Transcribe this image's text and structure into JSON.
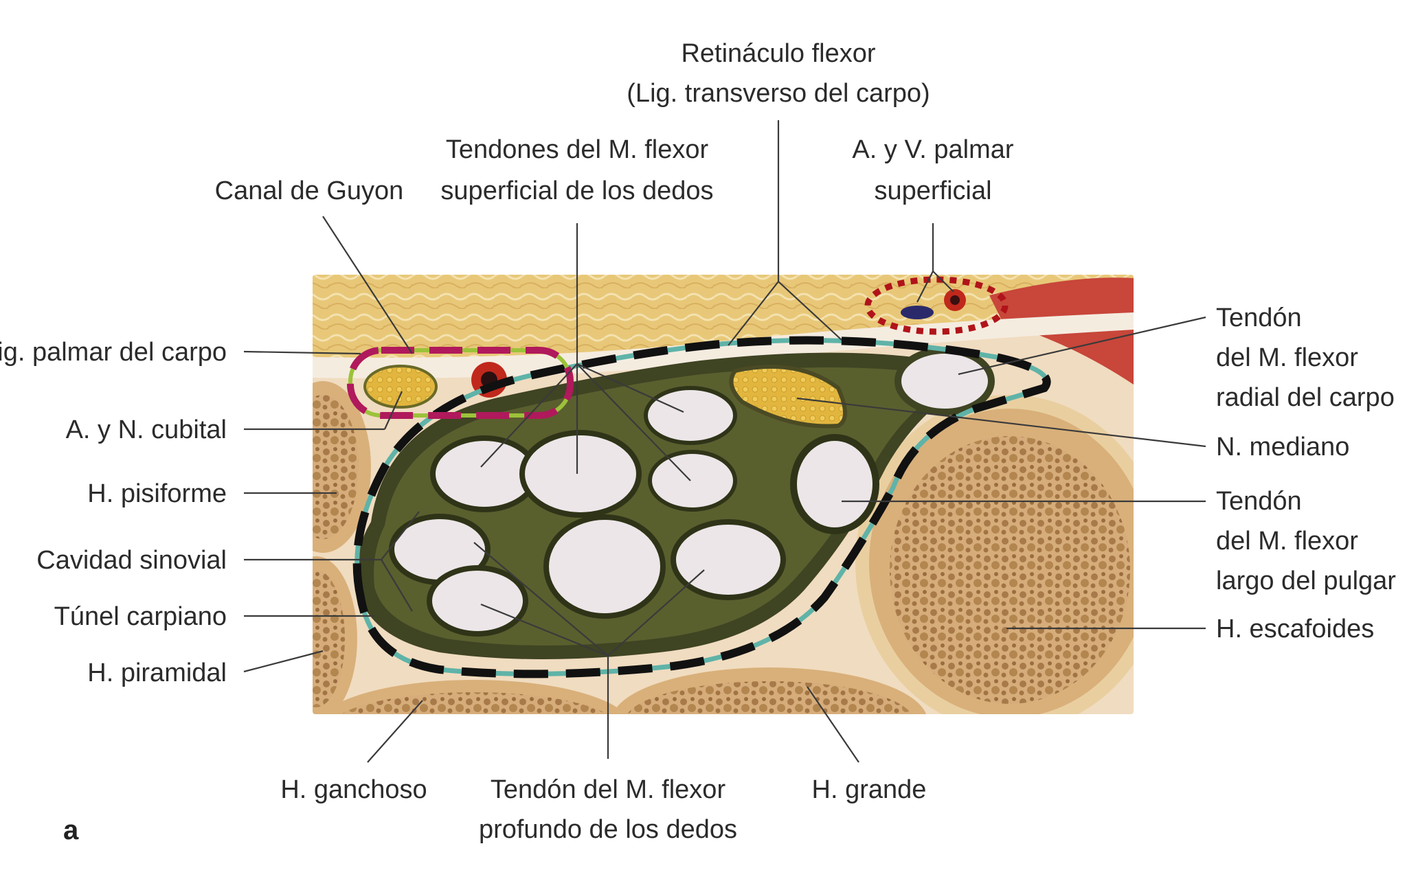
{
  "panel_letter": "a",
  "labels": {
    "retinaculo_1": "Retináculo flexor",
    "retinaculo_2": "(Lig. transverso del carpo)",
    "tendones_superficial_1": "Tendones del M. flexor",
    "tendones_superficial_2": "superficial de los dedos",
    "canal_guyon": "Canal de Guyon",
    "palmar_superficial_1": "A. y V. palmar",
    "palmar_superficial_2": "superficial",
    "lig_palmar_carpo": "Lig. palmar del carpo",
    "a_n_cubital": "A. y N. cubital",
    "h_pisiforme": "H. pisiforme",
    "cavidad_sinovial": "Cavidad sinovial",
    "tunel_carpiano": "Túnel carpiano",
    "h_piramidal": "H. piramidal",
    "flexor_radial_1": "Tendón",
    "flexor_radial_2": "del M. flexor",
    "flexor_radial_3": "radial del carpo",
    "n_mediano": "N. mediano",
    "flexor_pulgar_1": "Tendón",
    "flexor_pulgar_2": "del M. flexor",
    "flexor_pulgar_3": "largo del pulgar",
    "h_escafoides": "H. escafoides",
    "h_ganchoso": "H. ganchoso",
    "tendon_profundo_1": "Tendón del M. flexor",
    "tendon_profundo_2": "profundo de los dedos",
    "h_grande": "H. grande"
  },
  "colors": {
    "fat": "#e8c878",
    "skin": "#f2dcc0",
    "connective": "#e6cfa8",
    "bone_cortex": "#d9b07a",
    "bone_marrow": "#c79a64",
    "synovial_dark": "#3f4423",
    "tendon": "#ece6e8",
    "nerve": "#e0b43c",
    "artery": "#c0281c",
    "vein": "#2a2a6a",
    "muscle": "#c8463a",
    "outline_tunnel": "#111111",
    "outline_teal": "#5fb3a8",
    "outline_guyon_magenta": "#b0195c",
    "outline_guyon_green": "#9cc23a",
    "outline_palmar": "#b0141a"
  }
}
